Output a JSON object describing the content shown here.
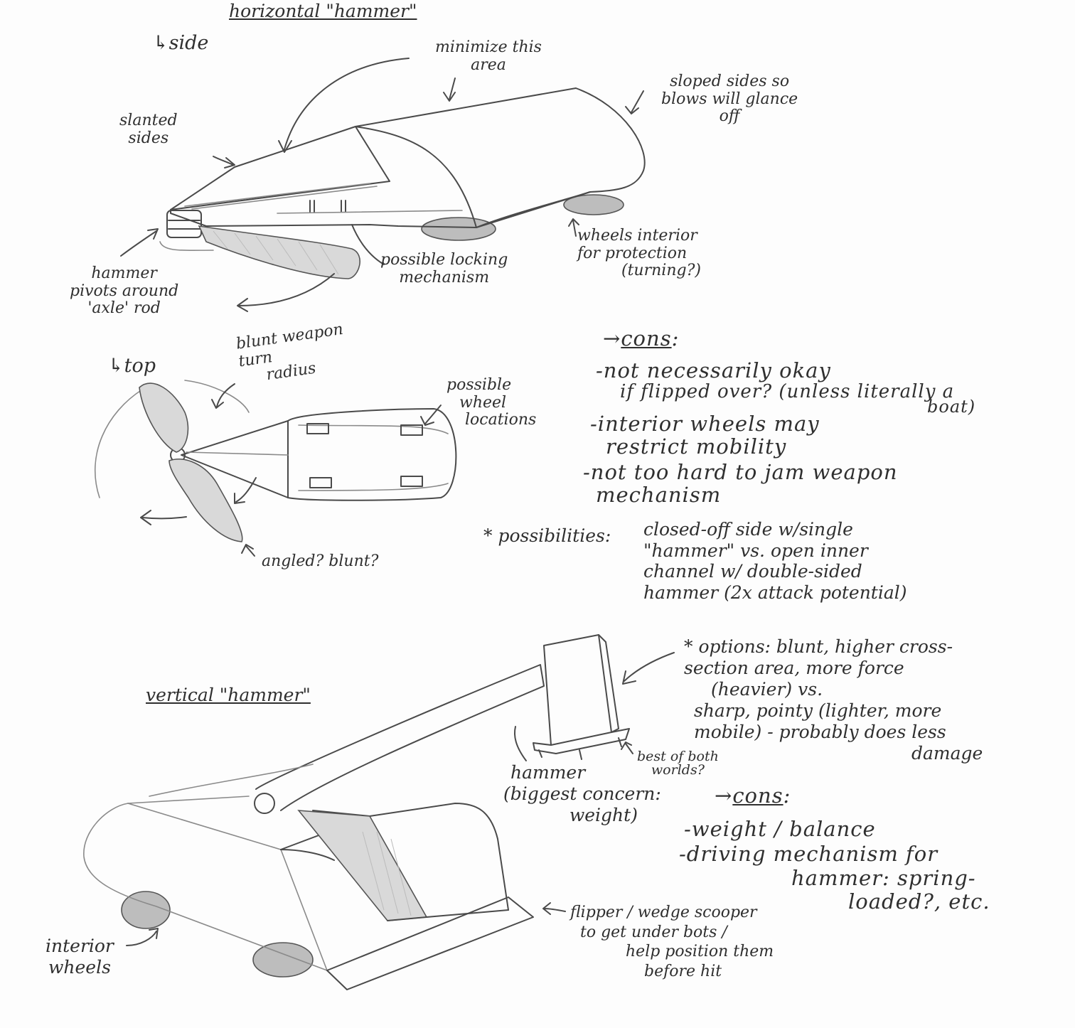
{
  "side_view": {
    "title": "horizontal \"hammer\"",
    "view_label": "↳side",
    "minimize": [
      "minimize this",
      "area"
    ],
    "sloped": [
      "sloped sides so",
      "blows will glance",
      "off"
    ],
    "slanted": [
      "slanted",
      "sides"
    ],
    "hammer_pivot": [
      "hammer",
      "pivots around",
      "'axle' rod"
    ],
    "locking": [
      "possible locking",
      "mechanism"
    ],
    "wheels": [
      "wheels interior",
      "for protection",
      "(turning?)"
    ]
  },
  "top_view": {
    "view_label": "↳top",
    "turn_radius": [
      "blunt weapon",
      "turn",
      "radius"
    ],
    "wheel_locations": [
      "possible",
      "wheel",
      "locations"
    ],
    "angled": "angled? blunt?"
  },
  "cons_1": {
    "heading_arrow": "→",
    "heading": "cons",
    "colon": ":",
    "items": [
      [
        "-not necessarily okay",
        "if flipped over? (unless literally a",
        "boat)"
      ],
      [
        "-interior wheels may",
        "restrict mobility"
      ],
      [
        "-not too hard to jam weapon",
        "mechanism"
      ]
    ]
  },
  "possibilities": {
    "label": "* possibilities:",
    "lines": [
      "closed-off side w/single",
      "\"hammer\" vs. open inner",
      "channel w/ double-sided",
      "hammer (2x attack potential)"
    ]
  },
  "vertical_view": {
    "title": "vertical \"hammer\"",
    "options": [
      "* options: blunt, higher cross-",
      "section area, more force",
      "(heavier) vs.",
      "sharp, pointy (lighter, more",
      "mobile) - probably does less",
      "damage"
    ],
    "hammer": [
      "hammer",
      "(biggest concern:",
      "weight)"
    ],
    "best": [
      "best of both",
      "worlds?"
    ],
    "flipper": [
      "flipper / wedge scooper",
      "to get under bots /",
      "help position them",
      "before hit"
    ],
    "interior_wheels": [
      "interior",
      "wheels"
    ]
  },
  "cons_2": {
    "heading_arrow": "→",
    "heading": "cons",
    "colon": ":",
    "items": [
      [
        "-weight / balance"
      ],
      [
        "-driving mechanism for",
        "hammer: spring-",
        "loaded?, etc."
      ]
    ]
  }
}
